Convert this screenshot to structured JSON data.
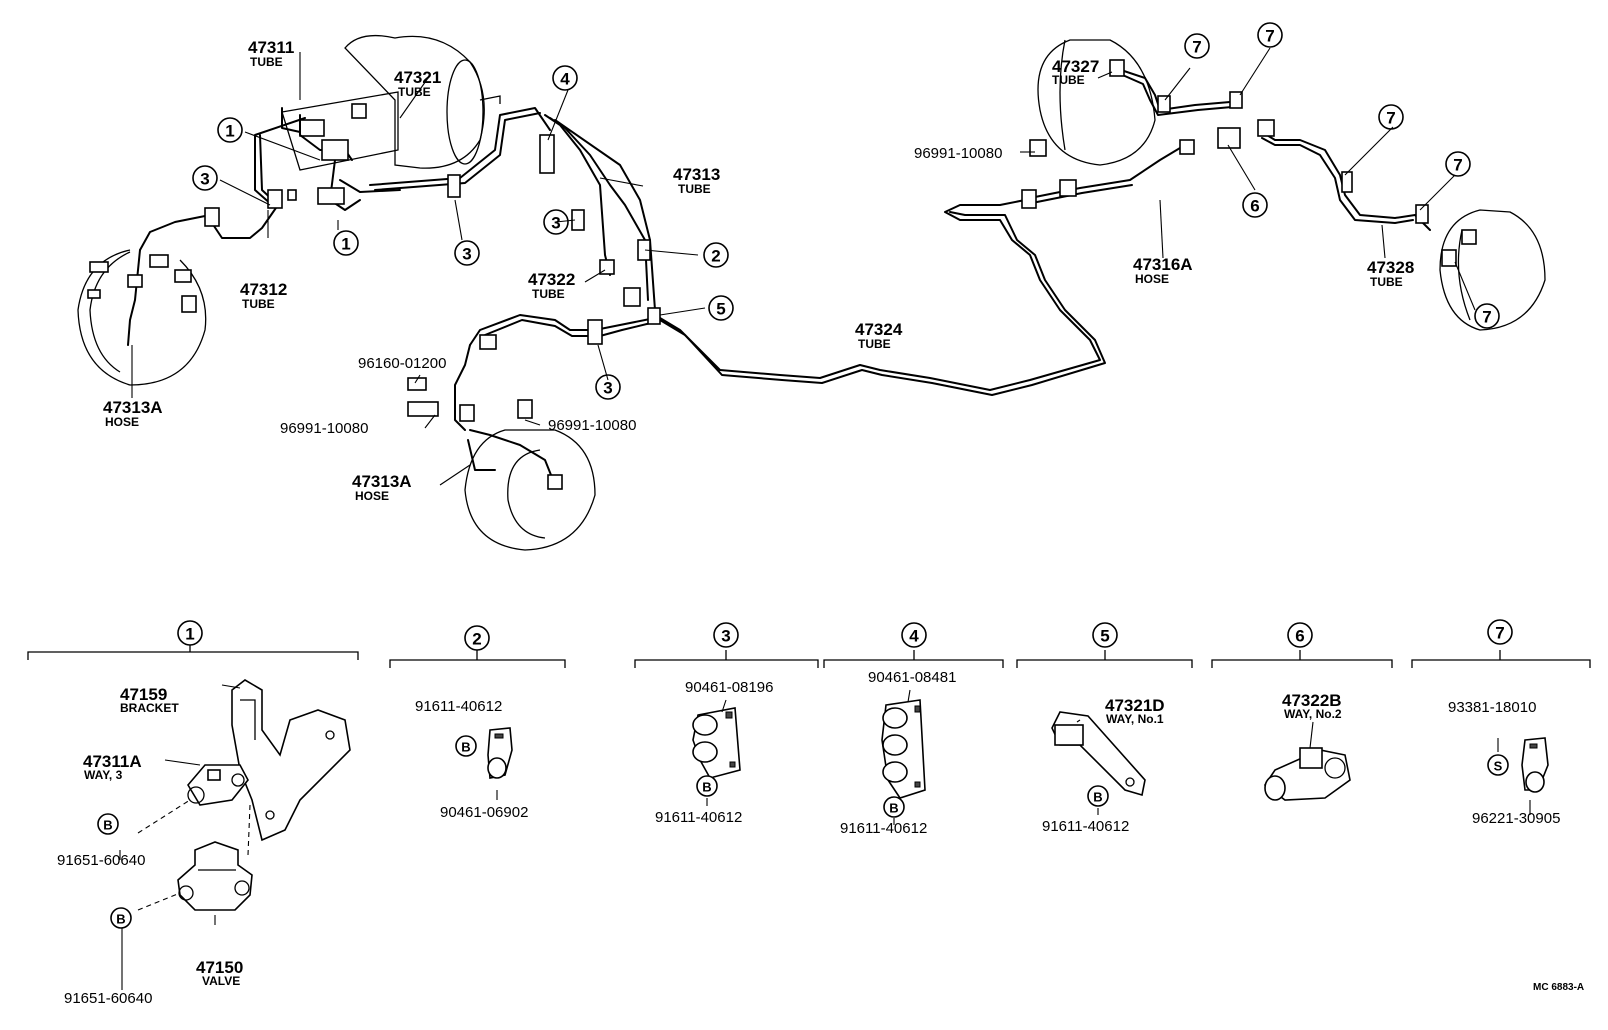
{
  "callouts": {
    "c1": "1",
    "c2": "2",
    "c3": "3",
    "c4": "4",
    "c5": "5",
    "c6": "6",
    "c7": "7"
  },
  "labels": {
    "p47311": "47311",
    "p47311_sub": "TUBE",
    "p47321": "47321",
    "p47321_sub": "TUBE",
    "p47312": "47312",
    "p47312_sub": "TUBE",
    "p47313": "47313",
    "p47313_sub": "TUBE",
    "p47322": "47322",
    "p47322_sub": "TUBE",
    "p47324": "47324",
    "p47324_sub": "TUBE",
    "p47313A_left": "47313A",
    "p47313A_left_sub": "HOSE",
    "p47313A_mid": "47313A",
    "p47313A_mid_sub": "HOSE",
    "p47327": "47327",
    "p47327_sub": "TUBE",
    "p47316A": "47316A",
    "p47316A_sub": "HOSE",
    "p47328": "47328",
    "p47328_sub": "TUBE",
    "p96991_top": "96991-10080",
    "p96160": "96160-01200",
    "p96991_left": "96991-10080",
    "p96991_right": "96991-10080"
  },
  "details": {
    "d1": {
      "bracket": "47159",
      "bracket_sub": "BRACKET",
      "way": "47311A",
      "way_sub": "WAY, 3",
      "bolt1": "91651-60640",
      "valve": "47150",
      "valve_sub": "VALVE",
      "bolt2": "91651-60640",
      "b": "B"
    },
    "d2": {
      "top": "91611-40612",
      "bottom": "90461-06902",
      "b": "B"
    },
    "d3": {
      "top": "90461-08196",
      "bottom": "91611-40612",
      "b": "B"
    },
    "d4": {
      "top": "90461-08481",
      "bottom": "91611-40612",
      "b": "B"
    },
    "d5": {
      "way": "47321D",
      "way_sub": "WAY, No.1",
      "bottom": "91611-40612",
      "b": "B"
    },
    "d6": {
      "way": "47322B",
      "way_sub": "WAY, No.2"
    },
    "d7": {
      "top": "93381-18010",
      "bottom": "96221-30905",
      "s": "S"
    }
  },
  "footer": {
    "code": "MC  6883-A"
  }
}
